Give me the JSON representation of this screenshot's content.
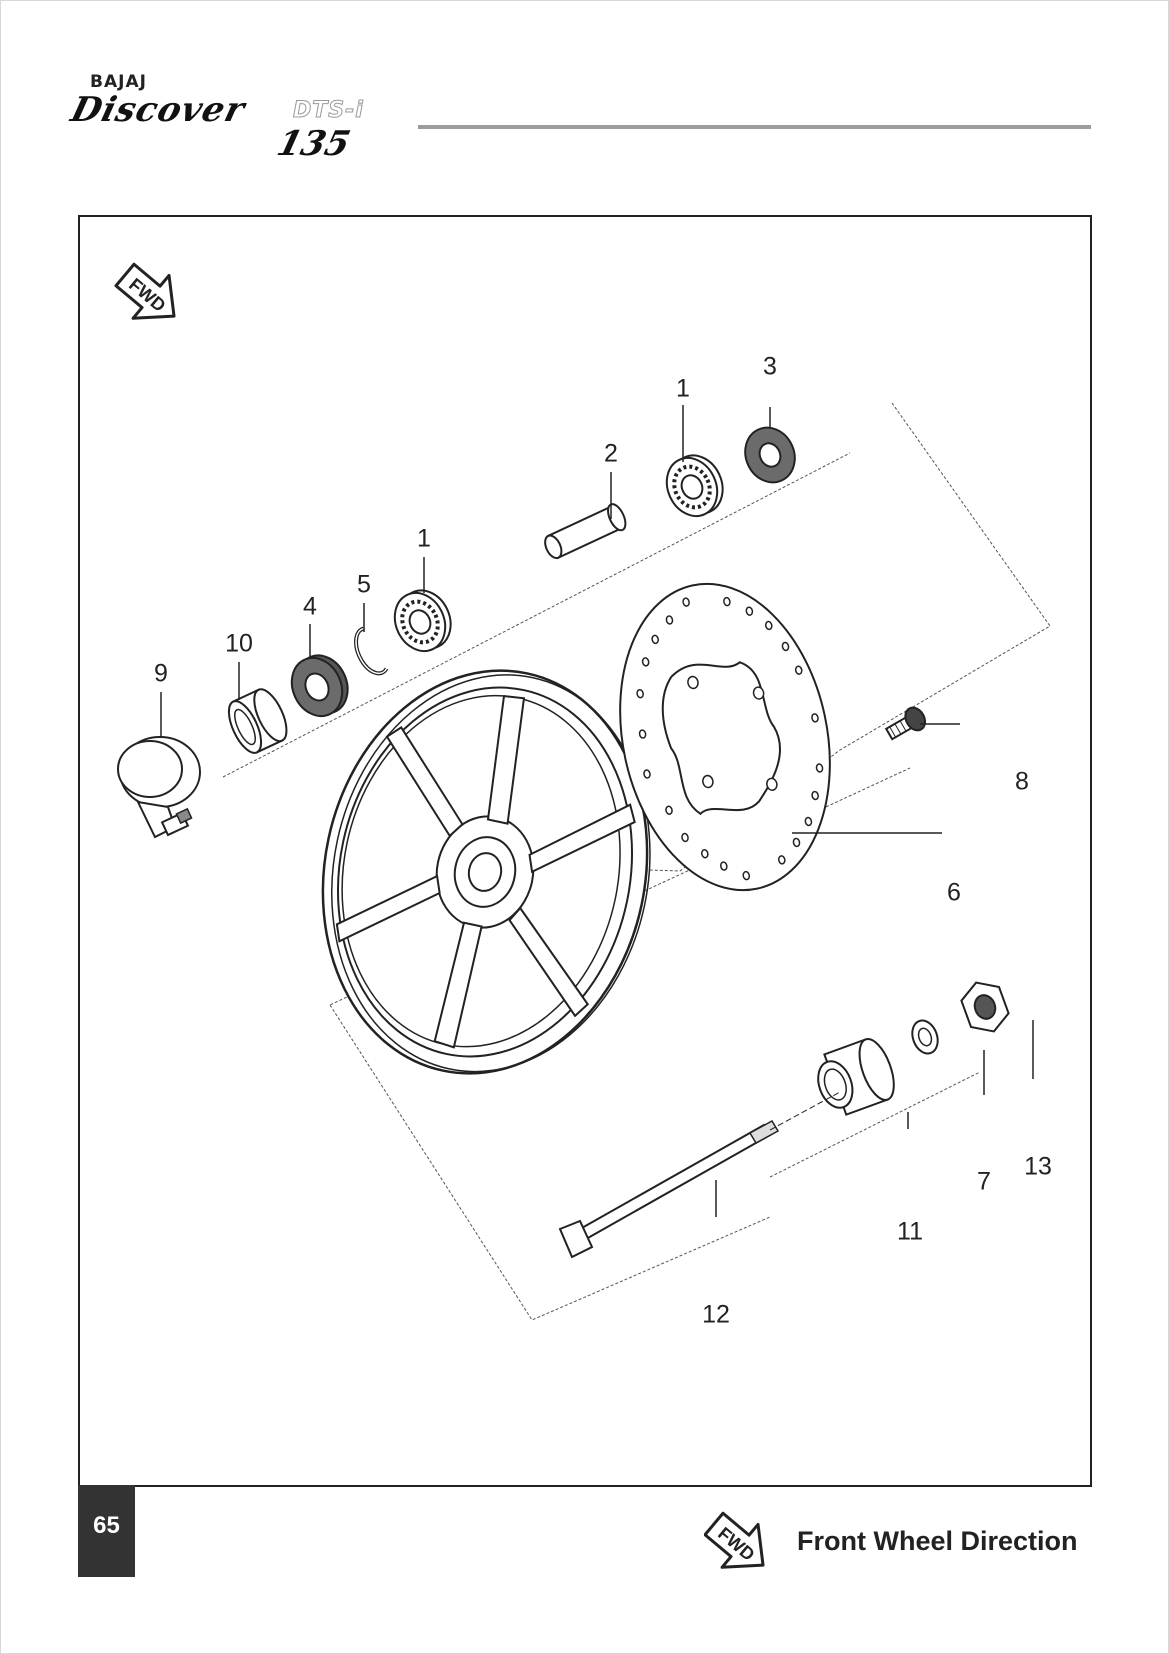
{
  "brand": {
    "maker": "BAJAJ",
    "model": "Discover",
    "variant": "DTS-i",
    "displacement": "135"
  },
  "diagram": {
    "fwd_label": "FWD",
    "callouts": {
      "bearing_upper": "1",
      "collar": "2",
      "oil_seal_right": "3",
      "bearing_lower": "1",
      "circlip": "5",
      "oil_seal_left": "4",
      "speedo_drive_retainer": "10",
      "speedometer_drive": "9",
      "brake_disc_bolt": "8",
      "brake_disc": "6",
      "washer": "7",
      "axle_nut": "13",
      "spacer": "11",
      "front_axle": "12"
    }
  },
  "footer": {
    "page_number": "65",
    "fwd_label": "FWD",
    "legend_text": "Front Wheel Direction"
  },
  "colors": {
    "frame": "#222222",
    "rule": "#9c9c9c",
    "page_number_bg": "#333333"
  }
}
